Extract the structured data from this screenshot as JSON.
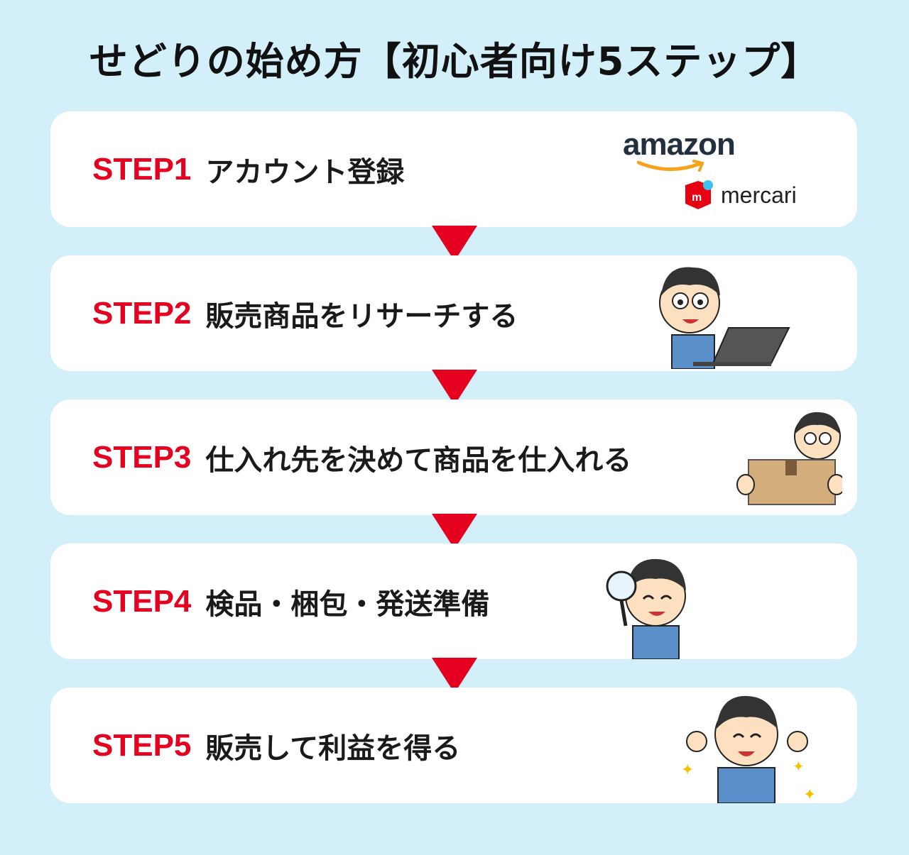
{
  "title": "せどりの始め方【初心者向け5ステップ】",
  "steps": [
    {
      "num": "STEP1",
      "text": "アカウント登録"
    },
    {
      "num": "STEP2",
      "text": "販売商品をリサーチする"
    },
    {
      "num": "STEP3",
      "text": "仕入れ先を決めて商品を仕入れる"
    },
    {
      "num": "STEP4",
      "text": "検品・梱包・発送準備"
    },
    {
      "num": "STEP5",
      "text": "販売して利益を得る"
    }
  ],
  "logos": {
    "amazon": "amazon",
    "mercari": "mercari"
  },
  "colors": {
    "background": "#d3eff9",
    "accent": "#e5001f",
    "card": "#ffffff"
  }
}
